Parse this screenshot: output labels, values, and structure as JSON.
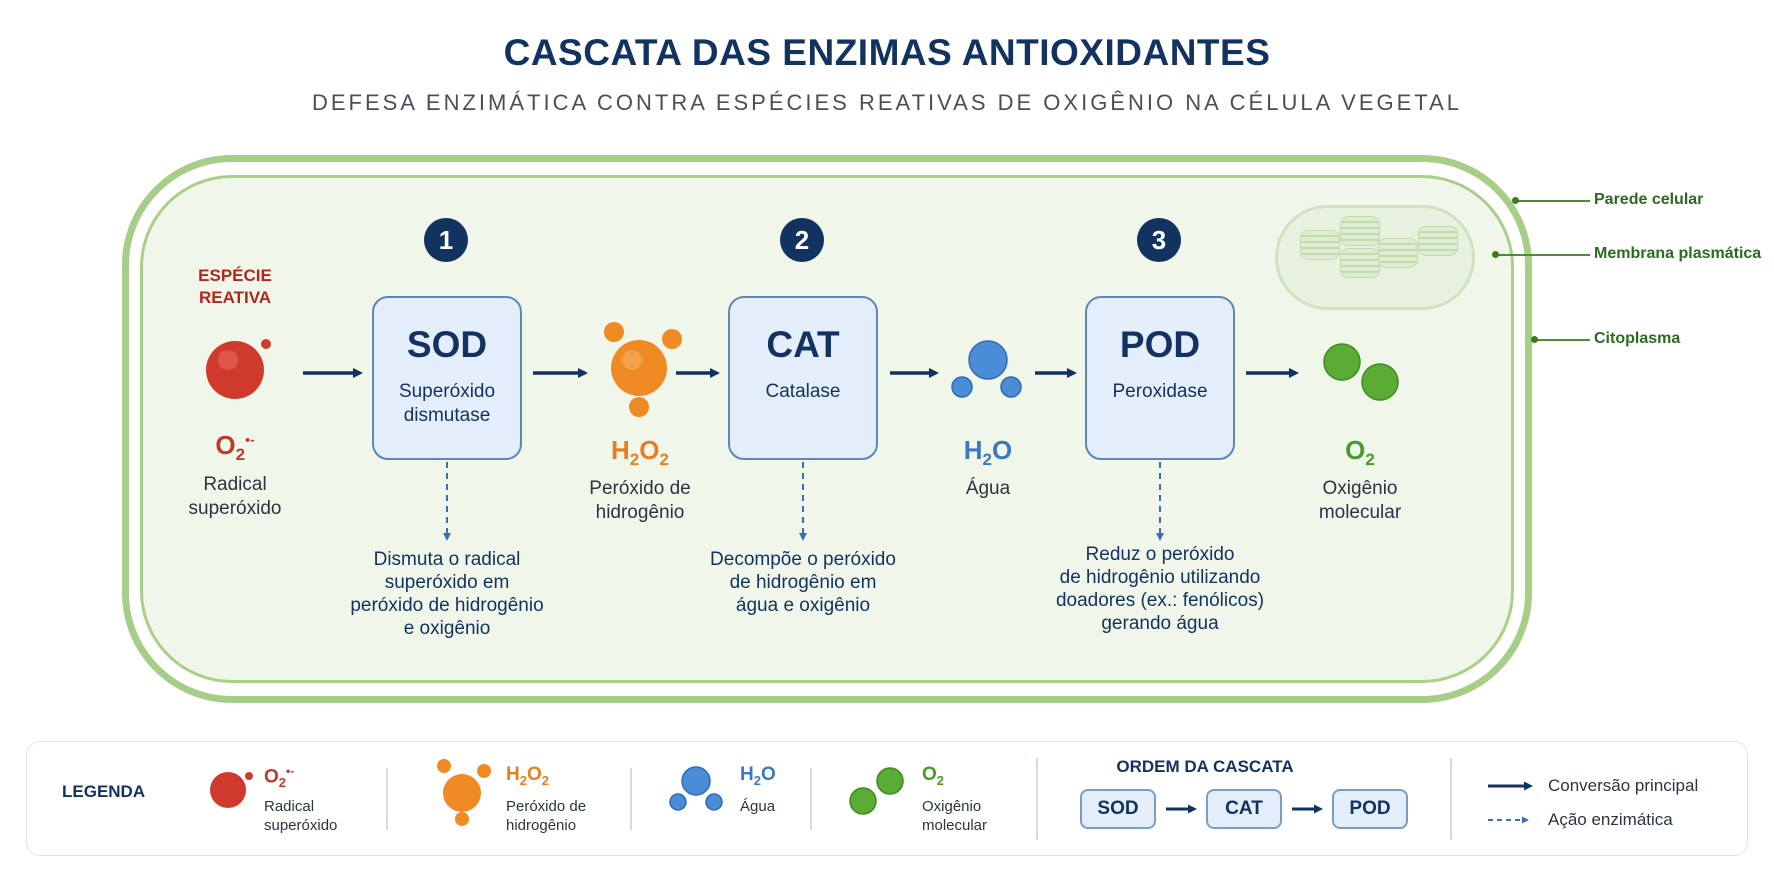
{
  "title": "CASCATA DAS ENZIMAS ANTIOXIDANTES",
  "subtitle": "DEFESA ENZIMÁTICA CONTRA ESPÉCIES REATIVAS DE OXIGÊNIO NA CÉLULA VEGETAL",
  "cell_labels": {
    "wall": "Parede celular",
    "membrane": "Membrana plasmática",
    "cytoplasm": "Citoplasma"
  },
  "reactive_label": "ESPÉCIE\nREATIVA",
  "species": [
    {
      "formula_main": "O",
      "formula_sub": "2",
      "formula_sup": "•-",
      "name": "Radical\nsuperóxido",
      "color": "#c0392b"
    },
    {
      "formula_main": "H",
      "formula_sub": "2",
      "formula_main2": "O",
      "formula_sub2": "2",
      "name": "Peróxido de\nhidrogênio",
      "color": "#e67e22"
    },
    {
      "formula_main": "H",
      "formula_sub": "2",
      "formula_main2": "O",
      "name": "Água",
      "color": "#3b78c4"
    },
    {
      "formula_main": "O",
      "formula_sub": "2",
      "name": "Oxigênio\nmolecular",
      "color": "#4c9a2a"
    }
  ],
  "enzymes": [
    {
      "step": "1",
      "abbr": "SOD",
      "name": "Superóxido\ndismutase",
      "description": "Dismuta o radical\nsuperóxido em\nperóxido de hidrogênio\ne oxigênio"
    },
    {
      "step": "2",
      "abbr": "CAT",
      "name": "Catalase",
      "description": "Decompõe o peróxido\nde hidrogênio em\nágua e oxigênio"
    },
    {
      "step": "3",
      "abbr": "POD",
      "name": "Peroxidase",
      "description": "Reduz o peróxido\nde hidrogênio utilizando\ndoadores (ex.: fenólicos)\ngerando água"
    }
  ],
  "legend": {
    "title": "LEGENDA",
    "order_title": "ORDEM DA CASCATA",
    "order": [
      "SOD",
      "CAT",
      "POD"
    ],
    "main_conversion": "Conversão principal",
    "enzymatic_action": "Ação enzimática"
  }
}
